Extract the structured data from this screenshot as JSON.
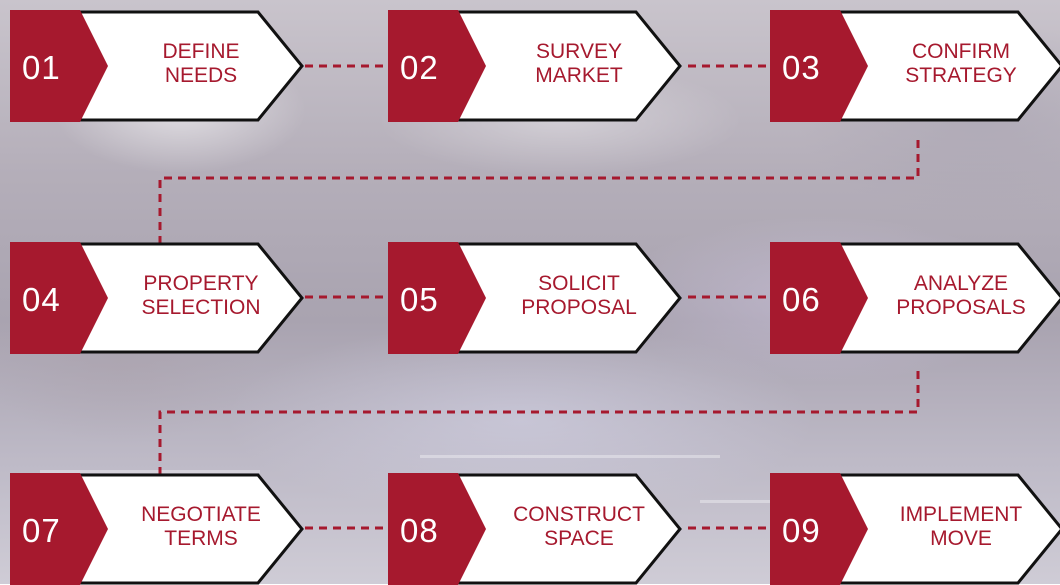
{
  "colors": {
    "accent": "#a6192e",
    "card": "#ffffff",
    "outline": "#111111"
  },
  "steps": [
    {
      "number": "01",
      "line1": "DEFINE",
      "line2": "NEEDS"
    },
    {
      "number": "02",
      "line1": "SURVEY",
      "line2": "MARKET"
    },
    {
      "number": "03",
      "line1": "CONFIRM",
      "line2": "STRATEGY"
    },
    {
      "number": "04",
      "line1": "PROPERTY",
      "line2": "SELECTION"
    },
    {
      "number": "05",
      "line1": "SOLICIT",
      "line2": "PROPOSAL"
    },
    {
      "number": "06",
      "line1": "ANALYZE",
      "line2": "PROPOSALS"
    },
    {
      "number": "07",
      "line1": "NEGOTIATE",
      "line2": "TERMS"
    },
    {
      "number": "08",
      "line1": "CONSTRUCT",
      "line2": "SPACE"
    },
    {
      "number": "09",
      "line1": "IMPLEMENT",
      "line2": "MOVE"
    }
  ]
}
